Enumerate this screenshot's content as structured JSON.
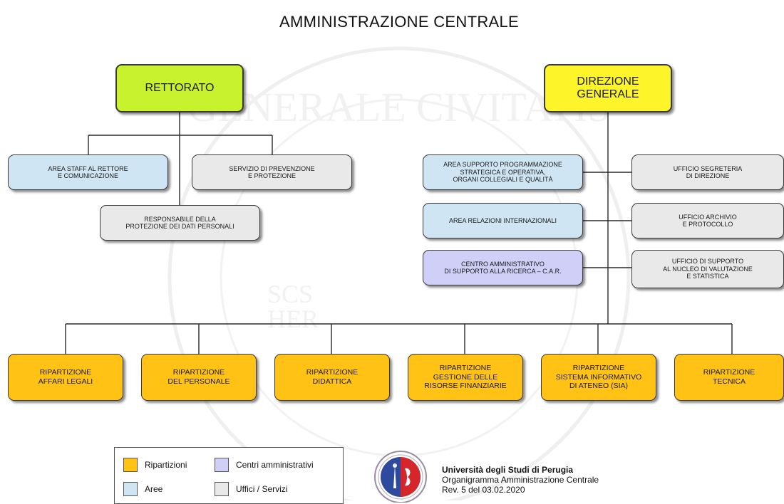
{
  "title": "AMMINISTRAZIONE CENTRALE",
  "colors": {
    "rettorato": "#c8f22e",
    "direzione": "#fdf52a",
    "ripartizioni": "#ffc215",
    "aree": "#cfe5f3",
    "centri": "#cfcff7",
    "uffici": "#e9e9e9",
    "line": "#2a2a2a"
  },
  "top": {
    "rettorato": "RETTORATO",
    "direzione": "DIREZIONE\nGENERALE"
  },
  "rettorato_units": {
    "area_staff": "AREA STAFF AL RETTORE\nE COMUNICAZIONE",
    "prevenzione": "SERVIZIO DI PREVENZIONE\nE PROTEZIONE",
    "dati_personali": "RESPONSABILE DELLA\nPROTEZIONE DEI DATI PERSONALI"
  },
  "direzione_units": {
    "programmazione": "AREA SUPPORTO PROGRAMMAZIONE\nSTRATEGICA E OPERATIVA,\nORGANI COLLEGIALI E QUALITÀ",
    "relazioni": "AREA RELAZIONI INTERNAZIONALI",
    "car": "CENTRO AMMINISTRATIVO\nDI SUPPORTO ALLA RICERCA – C.A.R.",
    "segreteria": "UFFICIO SEGRETERIA\nDI DIREZIONE",
    "archivio": "UFFICIO ARCHIVIO\nE PROTOCOLLO",
    "nucleo": "UFFICIO DI SUPPORTO\nAL NUCLEO DI VALUTAZIONE\nE STATISTICA"
  },
  "ripartizioni": [
    "RIPARTIZIONE\nAFFARI LEGALI",
    "RIPARTIZIONE\nDEL PERSONALE",
    "RIPARTIZIONE\nDIDATTICA",
    "RIPARTIZIONE\nGESTIONE DELLE\nRISORSE FINANZIARIE",
    "RIPARTIZIONE\nSISTEMA INFORMATIVO\nDI ATENEO (SIA)",
    "RIPARTIZIONE\nTECNICA"
  ],
  "legend": {
    "ripartizioni": "Ripartizioni",
    "aree": "Aree",
    "centri": "Centri amministrativi",
    "uffici": "Uffici / Servizi"
  },
  "footer": {
    "university": "Università degli Studi di Perugia",
    "subtitle": "Organigramma Amministrazione Centrale",
    "revision": "Rev. 5 del 03.02.2020"
  },
  "seal_icon": "university-seal-icon"
}
